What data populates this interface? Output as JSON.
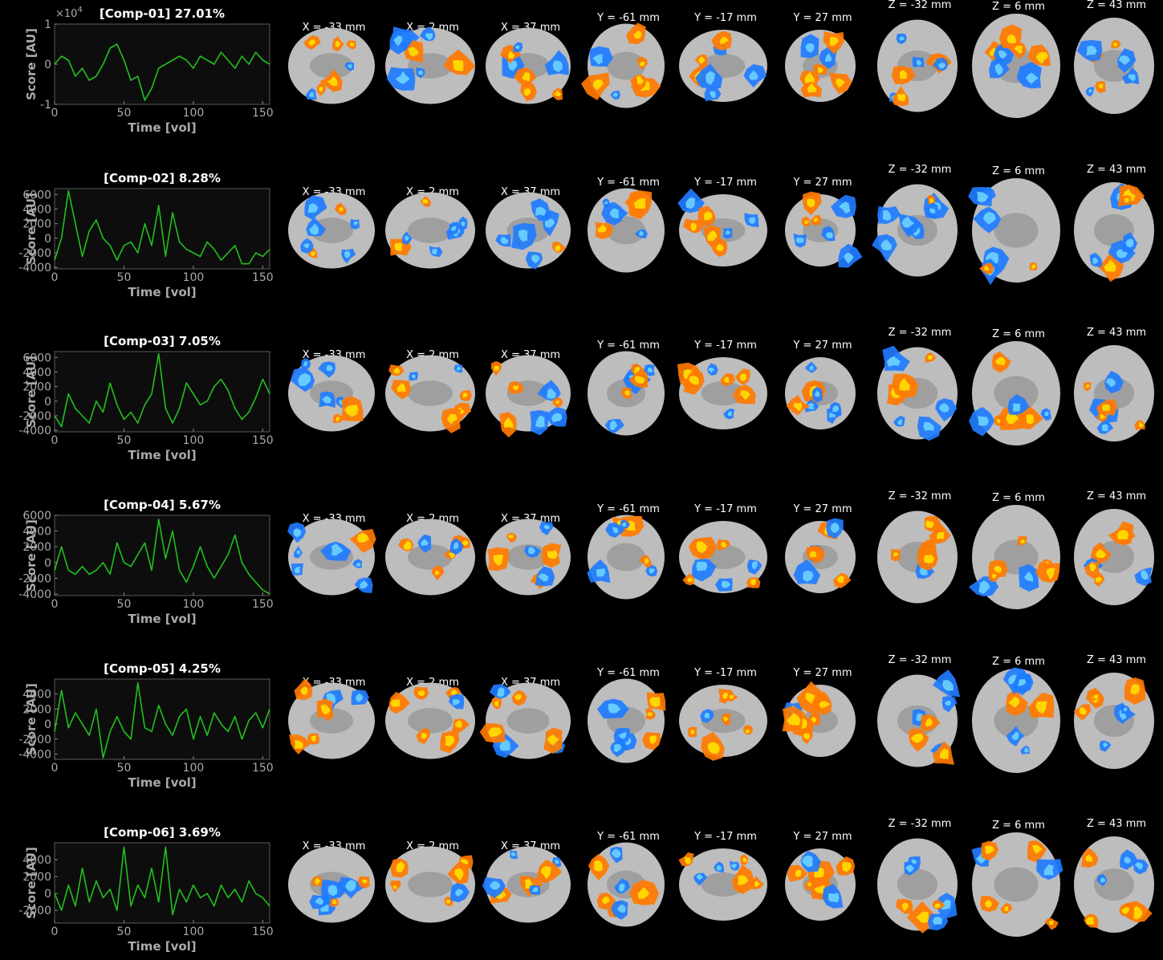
{
  "figure": {
    "components": [
      {
        "title": "[Comp-01] 27.01%",
        "ylabel": "Score [AU]",
        "xlabel": "Time [vol]",
        "yticks": [
          "-1",
          "0",
          "1"
        ],
        "exponent_base": "×10",
        "exponent_power": "4",
        "xticks": [
          "0",
          "50",
          "100",
          "150"
        ]
      },
      {
        "title": "[Comp-02] 8.28%",
        "ylabel": "Score [AU]",
        "xlabel": "Time [vol]",
        "yticks": [
          "6000",
          "4000",
          "2000",
          "0",
          "-2000",
          "-4000"
        ],
        "xticks": [
          "0",
          "50",
          "100",
          "150"
        ]
      },
      {
        "title": "[Comp-03] 7.05%",
        "ylabel": "Score [AU]",
        "xlabel": "Time [vol]",
        "yticks": [
          "6000",
          "4000",
          "2000",
          "0",
          "-2000",
          "-4000"
        ],
        "xticks": [
          "0",
          "50",
          "100",
          "150"
        ]
      },
      {
        "title": "[Comp-04] 5.67%",
        "ylabel": "Score [AU]",
        "xlabel": "Time [vol]",
        "yticks": [
          "6000",
          "4000",
          "2000",
          "0",
          "-2000",
          "-4000"
        ],
        "xticks": [
          "0",
          "50",
          "100",
          "150"
        ]
      },
      {
        "title": "[Comp-05] 4.25%",
        "ylabel": "Score [AU]",
        "xlabel": "Time [vol]",
        "yticks": [
          "4000",
          "2000",
          "0",
          "-2000",
          "-4000"
        ],
        "xticks": [
          "0",
          "50",
          "100",
          "150"
        ]
      },
      {
        "title": "[Comp-06] 3.69%",
        "ylabel": "Score [AU]",
        "xlabel": "Time [vol]",
        "yticks": [
          "4000",
          "2000",
          "0",
          "-2000"
        ],
        "xticks": [
          "0",
          "50",
          "100",
          "150"
        ]
      }
    ],
    "slice_labels": [
      "X = -33 mm",
      "X = 2 mm",
      "X = 37 mm",
      "Y = -61 mm",
      "Y = -17 mm",
      "Y = 27 mm",
      "Z = -32 mm",
      "Z = 6 mm",
      "Z = 43 mm"
    ],
    "colors": {
      "trace": "#22c01e",
      "axis_text": "#aaaaaa",
      "plot_bg": "#0d0d0d",
      "positive": "#ff7a00",
      "positive_peak": "#ffe000",
      "negative": "#1f7cff",
      "negative_peak": "#6cd3ff",
      "brain": "#bdbdbd"
    }
  },
  "chart_data": [
    {
      "type": "line",
      "title": "[Comp-01] 27.01%",
      "xlabel": "Time [vol]",
      "ylabel": "Score [AU]",
      "xlim": [
        0,
        155
      ],
      "ylim": [
        -10000,
        10000
      ],
      "y_exponent": 4,
      "grid": false,
      "x": [
        0,
        5,
        10,
        15,
        20,
        25,
        30,
        35,
        40,
        45,
        50,
        55,
        60,
        65,
        70,
        75,
        80,
        85,
        90,
        95,
        100,
        105,
        110,
        115,
        120,
        125,
        130,
        135,
        140,
        145,
        150,
        155
      ],
      "y": [
        0,
        2000,
        1000,
        -3000,
        -1000,
        -4000,
        -3000,
        0,
        4000,
        5000,
        1000,
        -4000,
        -3000,
        -9000,
        -6000,
        -1000,
        0,
        1000,
        2000,
        1000,
        -1000,
        2000,
        1000,
        0,
        3000,
        1000,
        -1000,
        2000,
        0,
        3000,
        1000,
        0
      ]
    },
    {
      "type": "line",
      "title": "[Comp-02] 8.28%",
      "xlabel": "Time [vol]",
      "ylabel": "Score [AU]",
      "xlim": [
        0,
        155
      ],
      "ylim": [
        -4200,
        6800
      ],
      "grid": false,
      "x": [
        0,
        5,
        10,
        15,
        20,
        25,
        30,
        35,
        40,
        45,
        50,
        55,
        60,
        65,
        70,
        75,
        80,
        85,
        90,
        95,
        100,
        105,
        110,
        115,
        120,
        125,
        130,
        135,
        140,
        145,
        150,
        155
      ],
      "y": [
        -3000,
        0,
        6500,
        2000,
        -2500,
        1000,
        2500,
        0,
        -1000,
        -3000,
        -1000,
        -500,
        -2000,
        2000,
        -1000,
        4500,
        -2500,
        3500,
        -500,
        -1500,
        -2000,
        -2500,
        -500,
        -1500,
        -3000,
        -2000,
        -1000,
        -3500,
        -3500,
        -2000,
        -2500,
        -1500
      ]
    },
    {
      "type": "line",
      "title": "[Comp-03] 7.05%",
      "xlabel": "Time [vol]",
      "ylabel": "Score [AU]",
      "xlim": [
        0,
        155
      ],
      "ylim": [
        -4200,
        6800
      ],
      "grid": false,
      "x": [
        0,
        5,
        10,
        15,
        20,
        25,
        30,
        35,
        40,
        45,
        50,
        55,
        60,
        65,
        70,
        75,
        80,
        85,
        90,
        95,
        100,
        105,
        110,
        115,
        120,
        125,
        130,
        135,
        140,
        145,
        150,
        155
      ],
      "y": [
        -2000,
        -3500,
        1000,
        -1000,
        -2000,
        -3000,
        0,
        -1500,
        2500,
        -500,
        -2500,
        -1500,
        -3000,
        -500,
        1000,
        6500,
        -1000,
        -3000,
        -1000,
        2500,
        1000,
        -500,
        0,
        2000,
        3000,
        1500,
        -1000,
        -2500,
        -1500,
        500,
        3000,
        1000
      ]
    },
    {
      "type": "line",
      "title": "[Comp-04] 5.67%",
      "xlabel": "Time [vol]",
      "ylabel": "Score [AU]",
      "xlim": [
        0,
        155
      ],
      "ylim": [
        -4200,
        6000
      ],
      "grid": false,
      "x": [
        0,
        5,
        10,
        15,
        20,
        25,
        30,
        35,
        40,
        45,
        50,
        55,
        60,
        65,
        70,
        75,
        80,
        85,
        90,
        95,
        100,
        105,
        110,
        115,
        120,
        125,
        130,
        135,
        140,
        145,
        150,
        155
      ],
      "y": [
        -1000,
        2000,
        -1000,
        -1500,
        -500,
        -1500,
        -1000,
        0,
        -1500,
        2500,
        0,
        -500,
        1000,
        2500,
        -1000,
        5500,
        500,
        4000,
        -1000,
        -2500,
        -500,
        2000,
        -500,
        -2000,
        -500,
        1000,
        3500,
        0,
        -1500,
        -2500,
        -3500,
        -4000
      ]
    },
    {
      "type": "line",
      "title": "[Comp-05] 4.25%",
      "xlabel": "Time [vol]",
      "ylabel": "Score [AU]",
      "xlim": [
        0,
        155
      ],
      "ylim": [
        -4700,
        6000
      ],
      "grid": false,
      "x": [
        0,
        5,
        10,
        15,
        20,
        25,
        30,
        35,
        40,
        45,
        50,
        55,
        60,
        65,
        70,
        75,
        80,
        85,
        90,
        95,
        100,
        105,
        110,
        115,
        120,
        125,
        130,
        135,
        140,
        145,
        150,
        155
      ],
      "y": [
        -1000,
        4500,
        -500,
        1500,
        0,
        -1500,
        2000,
        -4500,
        -1000,
        1000,
        -1000,
        -2000,
        5500,
        -500,
        -1000,
        2500,
        0,
        -1500,
        1000,
        2000,
        -2000,
        1000,
        -1500,
        1500,
        0,
        -1000,
        1000,
        -2000,
        500,
        1500,
        -500,
        2000
      ]
    },
    {
      "type": "line",
      "title": "[Comp-06] 3.69%",
      "xlabel": "Time [vol]",
      "ylabel": "Score [AU]",
      "xlim": [
        0,
        155
      ],
      "ylim": [
        -3500,
        6000
      ],
      "grid": false,
      "x": [
        0,
        5,
        10,
        15,
        20,
        25,
        30,
        35,
        40,
        45,
        50,
        55,
        60,
        65,
        70,
        75,
        80,
        85,
        90,
        95,
        100,
        105,
        110,
        115,
        120,
        125,
        130,
        135,
        140,
        145,
        150,
        155
      ],
      "y": [
        0,
        -2000,
        1000,
        -1500,
        3000,
        -1000,
        1500,
        -500,
        500,
        -2000,
        5500,
        -1500,
        1000,
        -500,
        3000,
        -1000,
        5500,
        -2500,
        500,
        -1000,
        1000,
        -500,
        0,
        -1500,
        1000,
        -500,
        500,
        -1000,
        1500,
        0,
        -500,
        -1500
      ]
    }
  ]
}
